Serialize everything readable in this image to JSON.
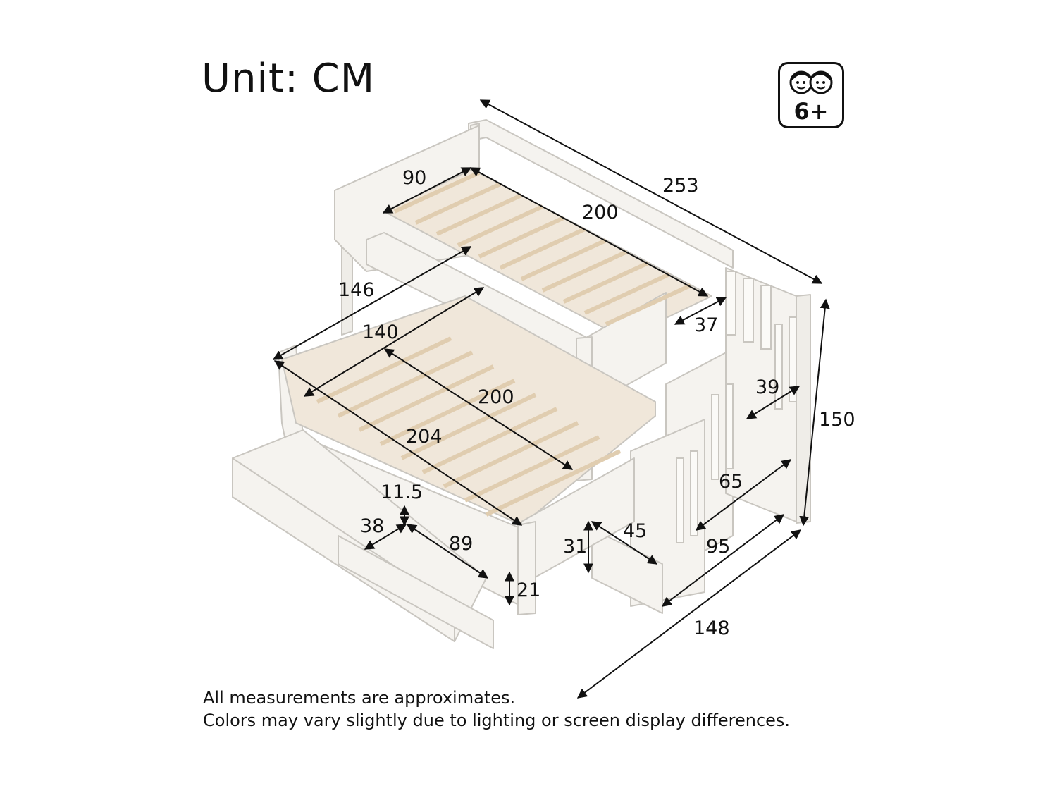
{
  "header": {
    "unit_label": "Unit: CM"
  },
  "age_badge": {
    "icon": "children-faces-icon",
    "label": "6+"
  },
  "dimensions": {
    "overall_length": "253",
    "upper_bed_width": "90",
    "upper_bed_length": "200",
    "upper_guard_gap": "37",
    "frame_width": "146",
    "lower_bed_width": "140",
    "lower_bed_length": "200",
    "lower_frame_length": "204",
    "drawer_clearance": "11.5",
    "drawer_width": "38",
    "drawer_length": "89",
    "drawer_height": "21",
    "step_height": "31",
    "step_depth": "45",
    "stair_step_width": "39",
    "stair_height": "65",
    "stair_length": "95",
    "overall_height": "150",
    "overall_width": "148"
  },
  "notes": {
    "line1": "All measurements are approximates.",
    "line2": "Colors may vary slightly due to lighting or screen display differences."
  },
  "colors": {
    "frame": "#f5f3ef",
    "slats": "#e7d3b5",
    "outline": "#c9c6c0",
    "lines": "#111111"
  }
}
